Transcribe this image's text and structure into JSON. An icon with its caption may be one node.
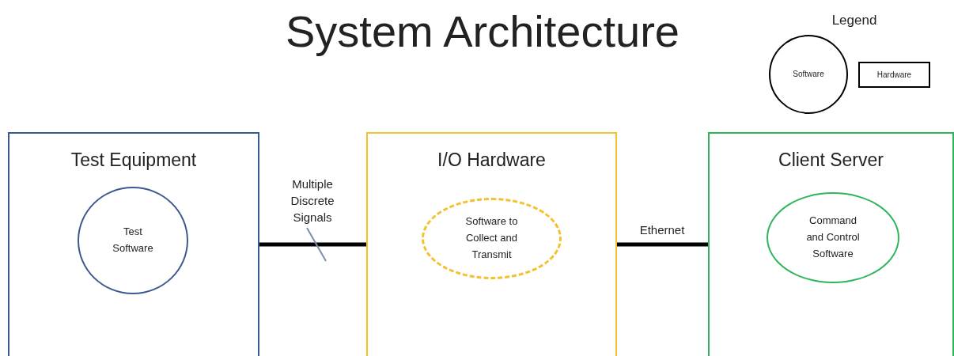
{
  "diagram": {
    "title": "System Architecture",
    "nodes": [
      {
        "text": [
          "Test Equipment"
        ]
      },
      {
        "text": [
          "Test Software"
        ],
        "in": 0
      },
      {
        "text": [
          "I/O Hardware"
        ]
      },
      {
        "text": [
          "Software to Collect and Transmit"
        ],
        "in": 2
      },
      {
        "text": [
          "Client Server"
        ]
      },
      {
        "text": [
          "Command and Control Software"
        ],
        "in": 4
      }
    ],
    "edges": [
      {
        "from": 0,
        "to": 2,
        "arrow": "none",
        "label": "Multiple Discrete Signals"
      },
      {
        "from": 2,
        "to": 4,
        "arrow": "none",
        "label": "Ethernet"
      }
    ],
    "labels": [
      "Legend"
    ],
    "legend": [
      {
        "text": "Software"
      },
      {
        "text": "Hardware"
      }
    ]
  }
}
